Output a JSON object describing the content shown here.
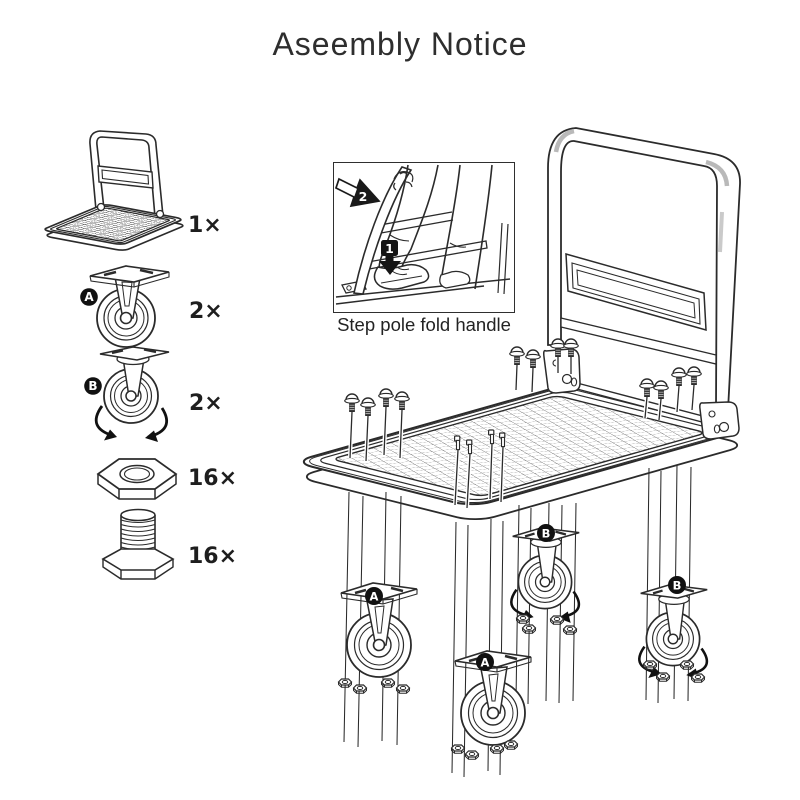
{
  "page": {
    "title": "Aseembly Notice"
  },
  "parts_list": {
    "items": [
      {
        "icon": "platform-cart-icon",
        "label": "",
        "qty": "1×"
      },
      {
        "icon": "fixed-caster-icon",
        "label": "A",
        "qty": "2×"
      },
      {
        "icon": "swivel-caster-icon",
        "label": "B",
        "qty": "2×"
      },
      {
        "icon": "hex-nut-icon",
        "label": "",
        "qty": "16×"
      },
      {
        "icon": "hex-bolt-icon",
        "label": "",
        "qty": "16×"
      }
    ]
  },
  "inset": {
    "caption": "Step pole fold handle",
    "arrow_fold_label": "2",
    "arrow_step_label": "1"
  },
  "diagram": {
    "labels": {
      "front_left": "A",
      "front_center": "A",
      "rear_left": "B",
      "rear_right": "B"
    }
  },
  "colors": {
    "line": "#2b2b2b",
    "background": "#ffffff",
    "badge_bg": "#111111",
    "badge_fg": "#ffffff"
  }
}
